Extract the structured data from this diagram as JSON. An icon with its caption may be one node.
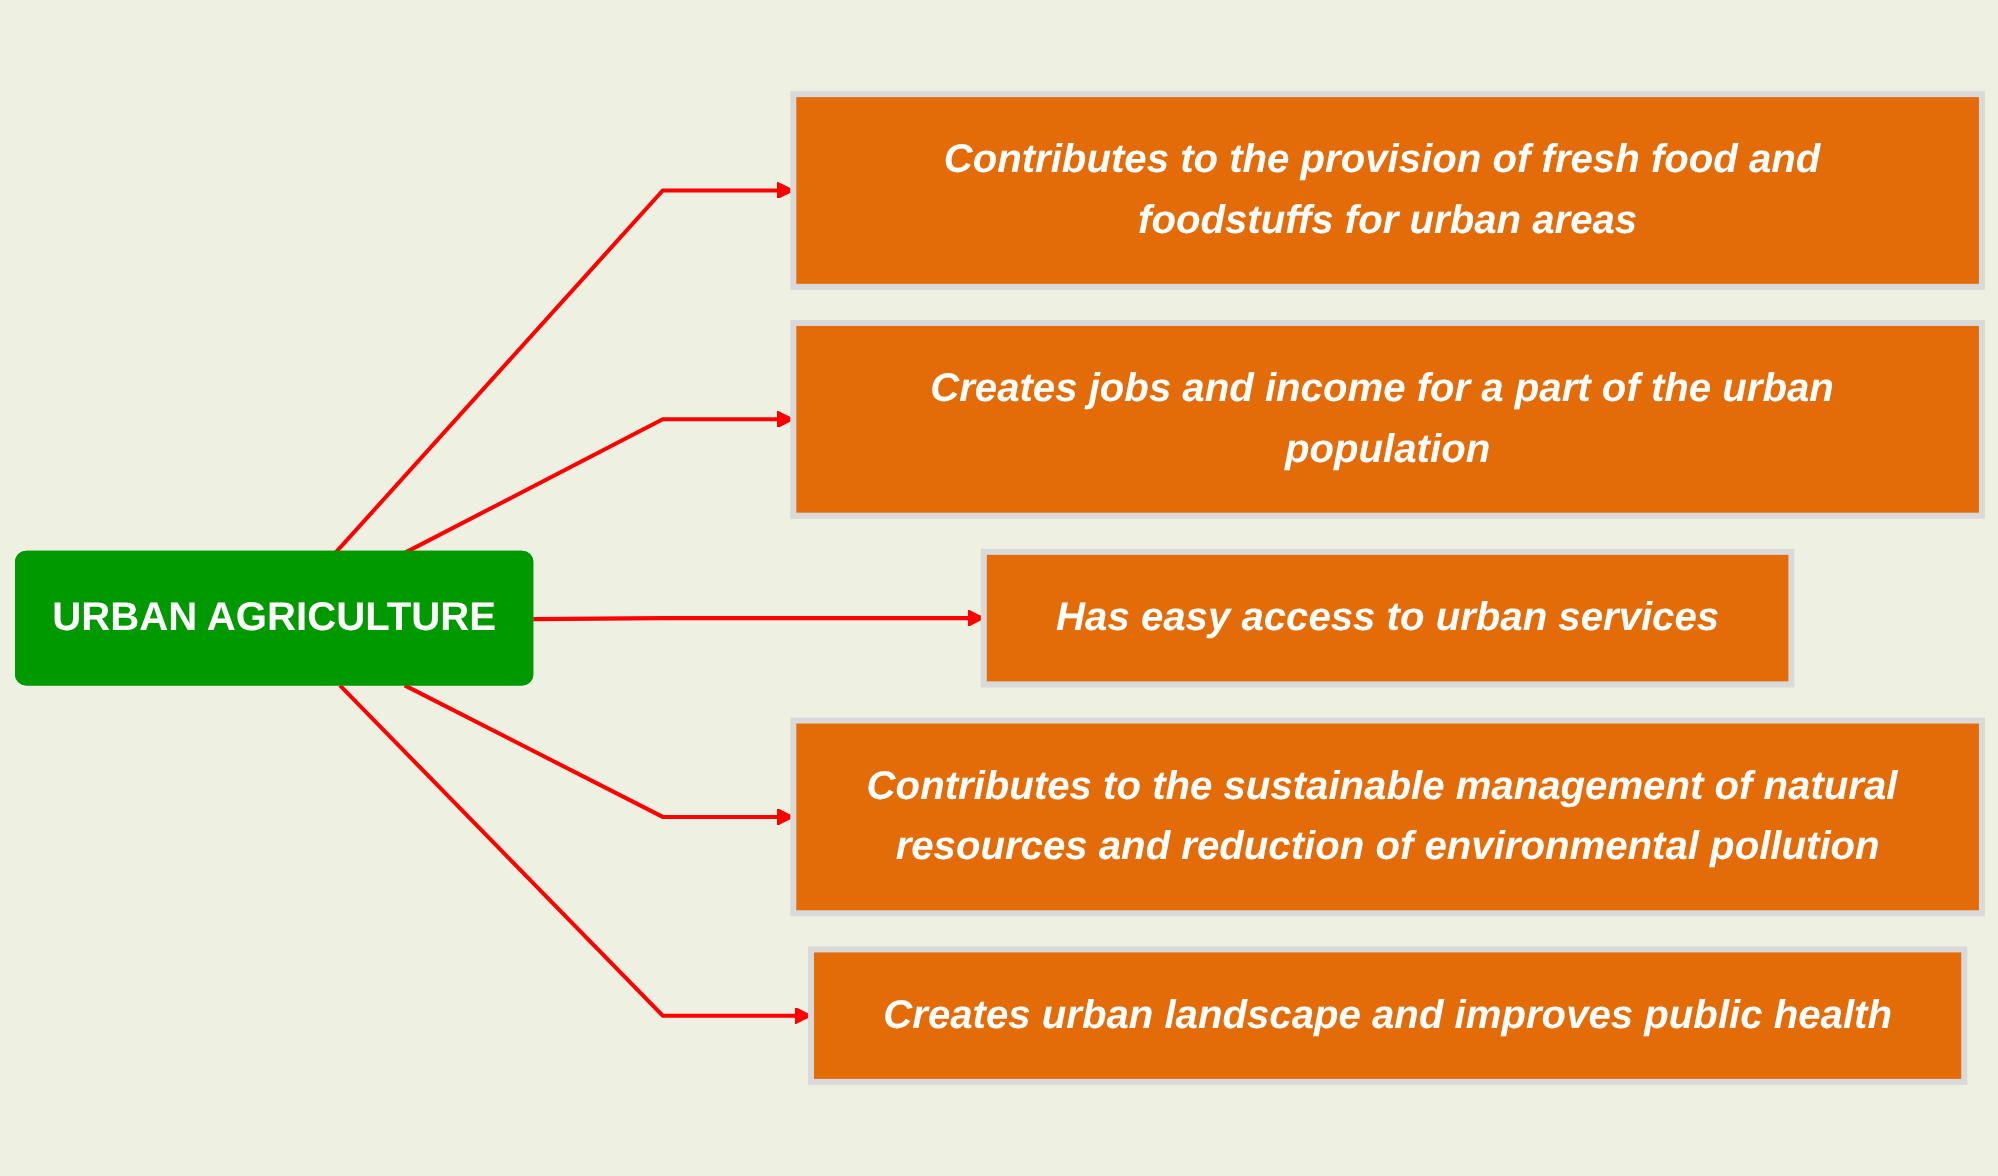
{
  "diagram": {
    "nodes": [
      {
        "text": [
          "URBAN AGRICULTURE"
        ]
      },
      {
        "text": [
          "Contributes to the provision of fresh food and foodstuffs for urban areas"
        ]
      },
      {
        "text": [
          "Creates jobs and income for a part of the urban population"
        ]
      },
      {
        "text": [
          "Has easy access to urban services"
        ]
      },
      {
        "text": [
          "Contributes to the sustainable management of natural resources and reduction of environmental pollution"
        ]
      },
      {
        "text": [
          "Creates urban landscape and improves public health"
        ]
      }
    ],
    "edges": [
      {
        "from": 0,
        "to": 1,
        "arrow": "to",
        "color": "#ff0000"
      },
      {
        "from": 0,
        "to": 2,
        "arrow": "to",
        "color": "#ff0000"
      },
      {
        "from": 0,
        "to": 3,
        "arrow": "to",
        "color": "#ff0000"
      },
      {
        "from": 0,
        "to": 4,
        "arrow": "to",
        "color": "#ff0000"
      },
      {
        "from": 0,
        "to": 5,
        "arrow": "to",
        "color": "#ff0000"
      }
    ]
  }
}
